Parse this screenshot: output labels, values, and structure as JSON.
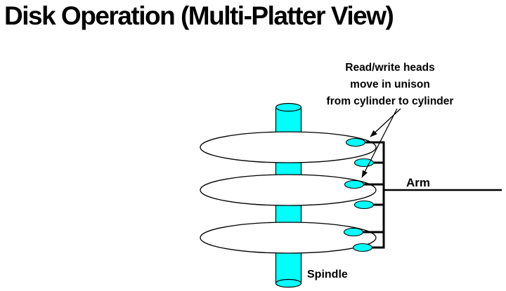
{
  "title": "Disk Operation (Multi-Platter View)",
  "diagram": {
    "annotation": {
      "lines": [
        "Read/write heads",
        "move in unison",
        "from cylinder to cylinder"
      ]
    },
    "labels": {
      "arm": "Arm",
      "spindle": "Spindle"
    }
  },
  "colors": {
    "cyan": "#00ffff",
    "platter": "#ffffff",
    "ink": "#000000",
    "background": "#ffffff"
  }
}
